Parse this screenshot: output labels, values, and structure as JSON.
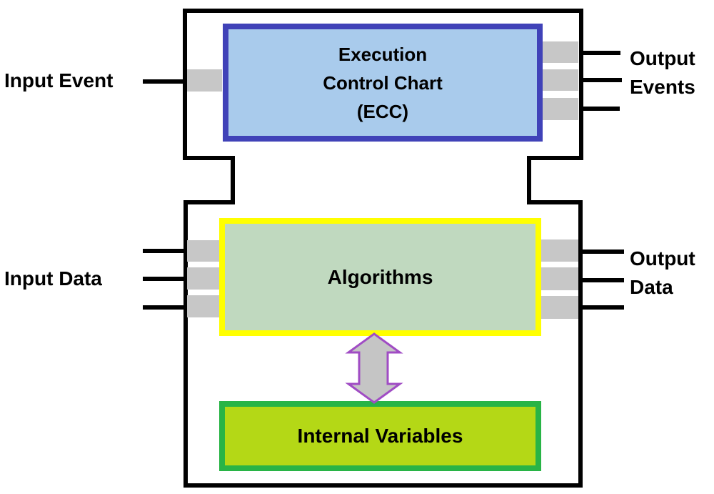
{
  "labels": {
    "input_event": "Input Event",
    "output_events": [
      "Output",
      "Events"
    ],
    "input_data": "Input Data",
    "output_data": [
      "Output",
      "Data"
    ],
    "ecc": "Execution\nControl Chart\n(ECC)",
    "algorithms": "Algorithms",
    "internal_variables": "Internal Variables"
  },
  "colors": {
    "outline": "#000000",
    "ecc_fill": "#a9cbec",
    "ecc_border": "#4042b8",
    "algorithms_fill": "#c0d9bf",
    "algorithms_border": "#ffff00",
    "internal_fill": "#b4d816",
    "internal_border": "#28b446",
    "connector_gray": "#c7c7c7",
    "arrow_fill": "#c5c5c5",
    "arrow_border": "#a04cc4"
  },
  "connectors": {
    "event_inputs": 1,
    "event_outputs": 3,
    "data_inputs": 3,
    "data_outputs": 3
  }
}
